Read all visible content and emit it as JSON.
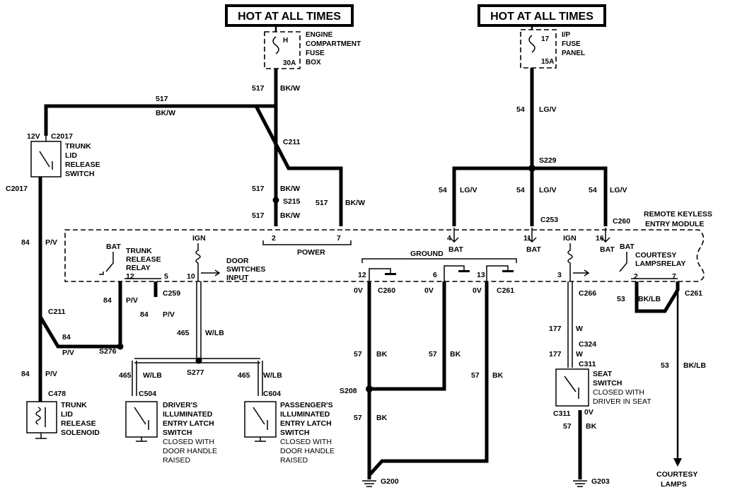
{
  "headers": {
    "hot_left": "HOT AT ALL TIMES",
    "hot_right": "HOT AT ALL TIMES"
  },
  "fuses": {
    "engine_box": [
      "ENGINE",
      "COMPARTMENT",
      "FUSE",
      "BOX"
    ],
    "engine_h": "H",
    "engine_amp": "30A",
    "ip_panel": [
      "I/P",
      "FUSE",
      "PANEL"
    ],
    "ip_num": "17",
    "ip_amp": "15A"
  },
  "wires": {
    "c517": "517",
    "bkw": "BK/W",
    "c54": "54",
    "lgv": "LG/V",
    "c84": "84",
    "pv": "P/V",
    "c465": "465",
    "wlb": "W/LB",
    "c57": "57",
    "bk": "BK",
    "c53": "53",
    "bklb": "BK/LB",
    "c177": "177",
    "w": "W"
  },
  "connectors": {
    "c2017": "C2017",
    "c211": "C211",
    "s215": "S215",
    "s229": "S229",
    "c253": "C253",
    "c260": "C260",
    "c259": "C259",
    "s276": "S276",
    "s277": "S277",
    "c478": "C478",
    "c504": "C504",
    "c604": "C604",
    "c261": "C261",
    "c266": "C266",
    "c324": "C324",
    "c311": "C311",
    "s208": "S208",
    "g200": "G200",
    "g203": "G203"
  },
  "module": {
    "title": [
      "REMOTE KEYLESS",
      "ENTRY MODULE"
    ],
    "power": "POWER",
    "ground": "GROUND",
    "bat": "BAT",
    "ign": "IGN",
    "v12": "12V",
    "v0": "0V",
    "trunk_relay": [
      "TRUNK",
      "RELEASE",
      "RELAY"
    ],
    "door_switches": [
      "DOOR",
      "SWITCHES",
      "INPUT"
    ],
    "courtesy_relay": [
      "COURTESY",
      "LAMPSRELAY"
    ]
  },
  "pins": {
    "p2": "2",
    "p7": "7",
    "p4": "4",
    "p11": "11",
    "p16": "16",
    "p12": "12",
    "p5": "5",
    "p10": "10",
    "p6": "6",
    "p13": "13",
    "p3": "3"
  },
  "components": {
    "trunk_switch": [
      "TRUNK",
      "LID",
      "RELEASE",
      "SWITCH"
    ],
    "trunk_solenoid": [
      "TRUNK",
      "LID",
      "RELEASE",
      "SOLENOID"
    ],
    "driver_switch": [
      "DRIVER'S",
      "ILLUMINATED",
      "ENTRY LATCH",
      "SWITCH"
    ],
    "passenger_switch": [
      "PASSENGER'S",
      "ILLUMINATED",
      "ENTRY LATCH",
      "SWITCH"
    ],
    "latch_note": [
      "CLOSED WITH",
      "DOOR HANDLE",
      "RAISED"
    ],
    "seat_switch": [
      "SEAT",
      "SWITCH"
    ],
    "seat_note": [
      "CLOSED WITH",
      "DRIVER IN SEAT"
    ],
    "courtesy_lamps": [
      "COURTESY",
      "LAMPS"
    ]
  }
}
